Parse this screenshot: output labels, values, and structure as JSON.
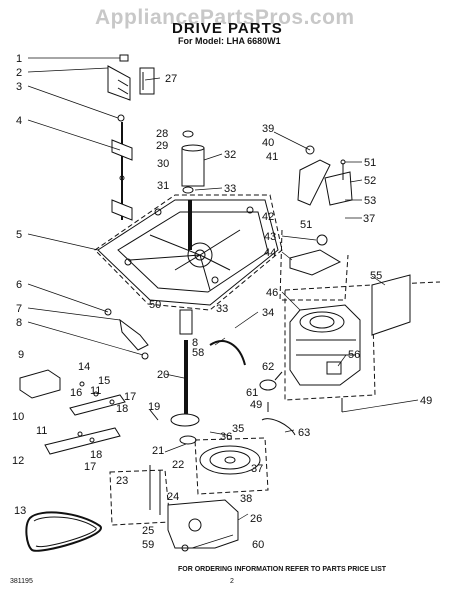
{
  "watermark": "AppliancePartsPros.com",
  "header": {
    "title": "DRIVE PARTS",
    "subtitle": "For Model: LHA 6680W1"
  },
  "footer": {
    "note": "FOR ORDERING INFORMATION REFER TO PARTS PRICE LIST",
    "doc_number": "381195",
    "page_number": "2"
  },
  "callouts": [
    "1",
    "2",
    "3",
    "4",
    "5",
    "6",
    "7",
    "8",
    "9",
    "10",
    "11",
    "12",
    "13",
    "14",
    "15",
    "16",
    "17",
    "18",
    "19",
    "20",
    "21",
    "22",
    "23",
    "24",
    "25",
    "26",
    "27",
    "28",
    "29",
    "30",
    "31",
    "32",
    "33",
    "34",
    "35",
    "36",
    "37",
    "38",
    "39",
    "40",
    "41",
    "42",
    "43",
    "44",
    "46",
    "49",
    "50",
    "51",
    "52",
    "53",
    "55",
    "56",
    "58",
    "59",
    "60",
    "61",
    "62",
    "63"
  ]
}
